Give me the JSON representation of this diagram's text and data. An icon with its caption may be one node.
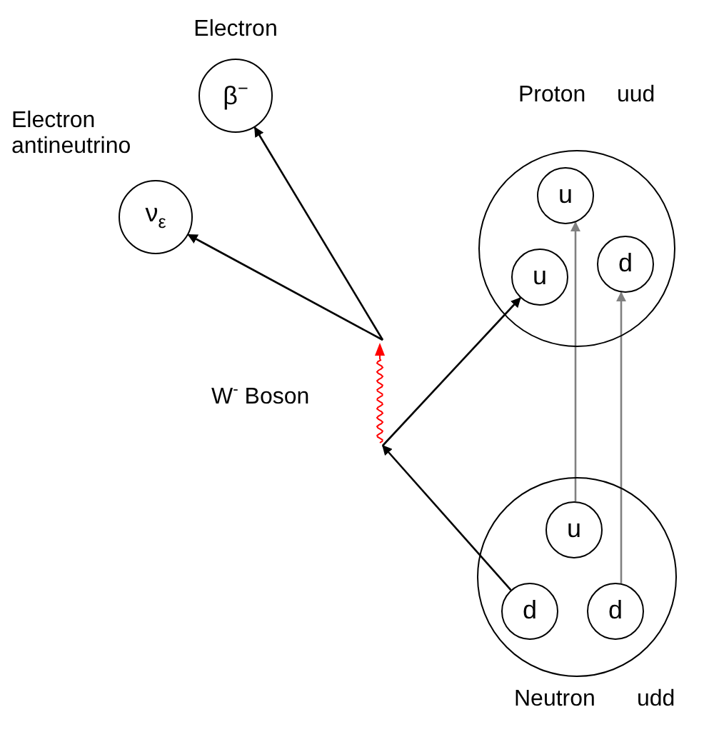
{
  "diagram": {
    "nodes": [
      {
        "text": [
          "Electron",
          "β$^{−}$"
        ]
      },
      {
        "text": [
          "Electron antineutrino",
          "ν$_{ε}$"
        ]
      },
      {
        "text": [
          "Proton",
          "uud"
        ]
      },
      {
        "text": [
          "u"
        ],
        "in": 2
      },
      {
        "text": [
          "u"
        ],
        "in": 2
      },
      {
        "text": [
          "d"
        ],
        "in": 2
      },
      {
        "text": [
          "Neutron",
          "udd"
        ]
      },
      {
        "text": [
          "u"
        ],
        "in": 6
      },
      {
        "text": [
          "d"
        ],
        "in": 6
      },
      {
        "text": [
          "d"
        ],
        "in": 6
      },
      {
        "text": [
          "W$^{-}$ Boson"
        ]
      }
    ],
    "edges": [
      {
        "from": 8,
        "to": 10,
        "arrow": "to"
      },
      {
        "from": 10,
        "to": 4,
        "arrow": "to"
      },
      {
        "from": 7,
        "to": 3,
        "arrow": "to",
        "color": "#808080"
      },
      {
        "from": 9,
        "to": 5,
        "arrow": "to",
        "color": "#808080"
      },
      {
        "from": 10,
        "to": 0,
        "arrow": "to"
      },
      {
        "from": 10,
        "to": 1,
        "arrow": "to"
      }
    ]
  }
}
